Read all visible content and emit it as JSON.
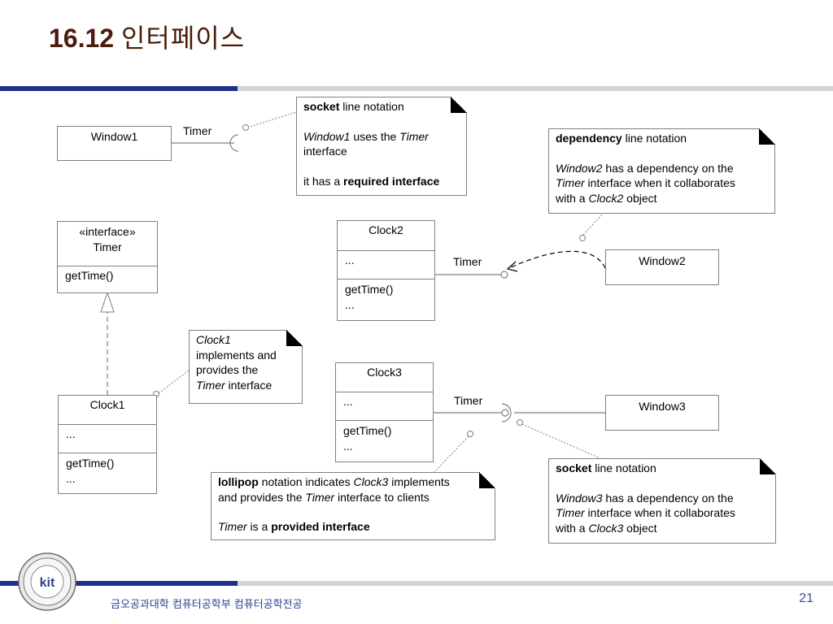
{
  "slide": {
    "title_number": "16.12",
    "title_text": "인터페이스",
    "footer": "금오공과대학 컴퓨터공학부 컴퓨터공학전공",
    "page_number": "21",
    "logo_text": "kit",
    "colors": {
      "title": "#4a1c0c",
      "navy_bar": "#1f2f8f",
      "grey_bar": "#d0d0d0",
      "footer": "#2e3f8f"
    }
  },
  "classes": {
    "window1": {
      "name": "Window1"
    },
    "window2": {
      "name": "Window2"
    },
    "window3": {
      "name": "Window3"
    },
    "timer_interface": {
      "stereotype": "«interface»",
      "name": "Timer",
      "op": "getTime()"
    },
    "clock1": {
      "name": "Clock1",
      "attrs": "...",
      "op": "getTime()",
      "op_more": "..."
    },
    "clock2": {
      "name": "Clock2",
      "attrs": "...",
      "op": "getTime()",
      "op_more": "..."
    },
    "clock3": {
      "name": "Clock3",
      "attrs": "...",
      "op": "getTime()",
      "op_more": "..."
    }
  },
  "labels": {
    "timer_socket": "Timer",
    "timer_clock2": "Timer",
    "timer_clock3": "Timer"
  },
  "notes": {
    "socket_top": {
      "bold": "socket",
      "rest": " line notation",
      "l2a": "Window1",
      "l2b": " uses the ",
      "l2c": "Timer",
      "l3": "interface",
      "l4a": "it has a ",
      "l4b": "required interface"
    },
    "dependency": {
      "bold": "dependency",
      "rest": " line notation",
      "l2a": "Window2",
      "l2b": " has a dependency on the",
      "l3a": "Timer",
      "l3b": " interface when it collaborates",
      "l4a": "with a ",
      "l4b": "Clock2",
      "l4c": " object"
    },
    "clock1_note": {
      "l1": "Clock1",
      "l2": "implements and",
      "l3": "provides the",
      "l4a": "Timer",
      "l4b": " interface"
    },
    "lollipop": {
      "bold": "lollipop",
      "l1b": " notation indicates ",
      "l1c": "Clock3",
      "l1d": " implements",
      "l2a": "and provides the ",
      "l2b": "Timer",
      "l2c": " interface to clients",
      "l3a": "Timer",
      "l3b": " is a ",
      "l3c": "provided interface"
    },
    "socket_bottom": {
      "bold": "socket",
      "rest": " line notation",
      "l2a": "Window3",
      "l2b": " has a dependency on the",
      "l3a": "Timer",
      "l3b": " interface when it collaborates",
      "l4a": "with a ",
      "l4b": "Clock3",
      "l4c": " object"
    }
  }
}
